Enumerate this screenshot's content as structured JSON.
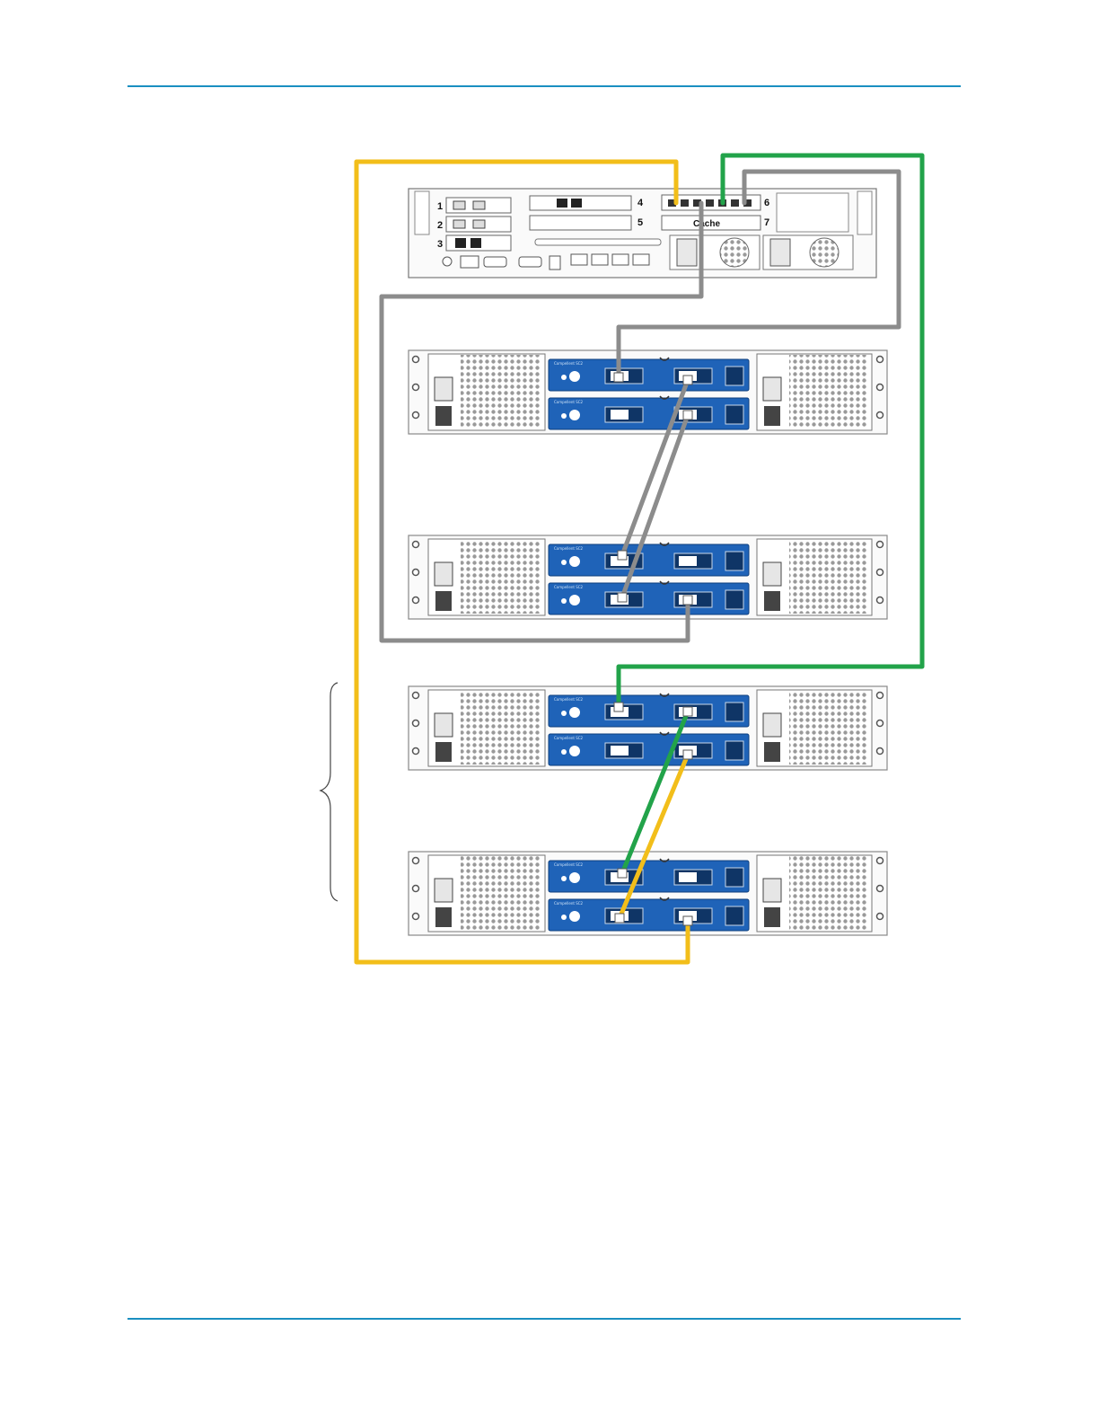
{
  "server": {
    "slots": [
      "1",
      "2",
      "3",
      "4",
      "5",
      "6",
      "7"
    ],
    "cache_card_label": "Cache"
  },
  "enclosures": {
    "module_label_top": "Compellent SC2",
    "module_label_bottom": "Compellent SC2"
  },
  "cables": [
    {
      "color_name": "yellow",
      "color": "#f2be1a"
    },
    {
      "color_name": "green",
      "color": "#22a34a"
    },
    {
      "color_name": "gray",
      "color": "#8c8c8c"
    }
  ]
}
